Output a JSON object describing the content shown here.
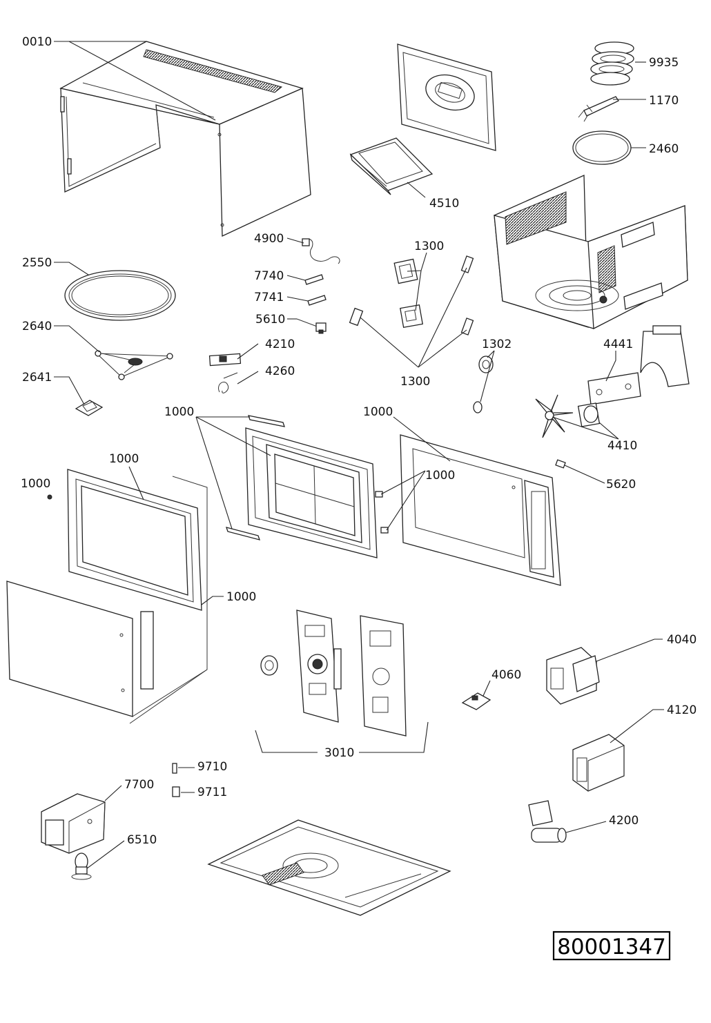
{
  "document_number": "80001347",
  "parts": {
    "p0010": "0010",
    "p9935": "9935",
    "p1170": "1170",
    "p2460": "2460",
    "p4510": "4510",
    "p4900": "4900",
    "p2550": "2550",
    "p7740": "7740",
    "p7741": "7741",
    "p1300_top": "1300",
    "p5610": "5610",
    "p2640": "2640",
    "p4210": "4210",
    "p1302": "1302",
    "p4260": "4260",
    "p2641": "2641",
    "p1300_bottom": "1300",
    "p4441": "4441",
    "p1000_a": "1000",
    "p1000_b": "1000",
    "p1000_c": "1000",
    "p1000_d": "1000",
    "p1000_e": "1000",
    "p1000_f": "1000",
    "p4410": "4410",
    "p5620": "5620",
    "p4040": "4040",
    "p4060": "4060",
    "p4120": "4120",
    "p3010": "3010",
    "p9710": "9710",
    "p9711": "9711",
    "p7700": "7700",
    "p4200": "4200",
    "p6510": "6510"
  }
}
